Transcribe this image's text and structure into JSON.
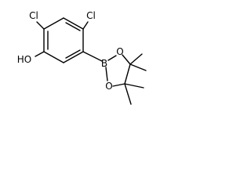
{
  "molecule": {
    "atoms": {
      "cl_left": "Cl",
      "cl_right": "Cl",
      "ho": "HO",
      "boron": "B",
      "o_top": "O",
      "o_bottom": "O"
    }
  }
}
